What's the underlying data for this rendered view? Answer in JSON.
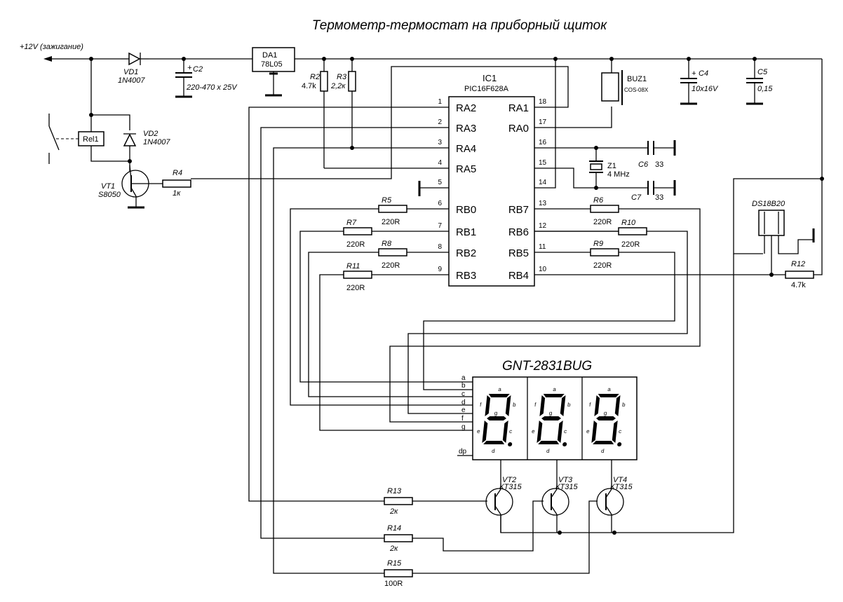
{
  "title": "Термометр-термостат на приборный щиток",
  "power": {
    "label": "+12V (зажигание)"
  },
  "components": {
    "VD1": {
      "ref": "VD1",
      "value": "1N4007"
    },
    "C2": {
      "ref": "C2",
      "value": "220-470 x 25V"
    },
    "DA1": {
      "ref": "DA1",
      "value": "78L05"
    },
    "R2": {
      "ref": "R2",
      "value": "4.7k"
    },
    "R3": {
      "ref": "R3",
      "value": "2,2к"
    },
    "IC1": {
      "ref": "IC1",
      "value": "PIC16F628A"
    },
    "BUZ1": {
      "ref": "BUZ1",
      "value": "COS-08X"
    },
    "C4": {
      "ref": "C4",
      "value": "10x16V"
    },
    "C5": {
      "ref": "C5",
      "value": "0,15"
    },
    "Rel1": {
      "ref": "Rel1"
    },
    "VD2": {
      "ref": "VD2",
      "value": "1N4007"
    },
    "VT1": {
      "ref": "VT1",
      "value": "S8050"
    },
    "R4": {
      "ref": "R4",
      "value": "1к"
    },
    "Z1": {
      "ref": "Z1",
      "value": "4 MHz"
    },
    "C6": {
      "ref": "C6",
      "value": "33"
    },
    "C7": {
      "ref": "C7",
      "value": "33"
    },
    "DS18B20": {
      "ref": "DS18B20"
    },
    "R12": {
      "ref": "R12",
      "value": "4.7k"
    },
    "R5": {
      "ref": "R5",
      "value": "220R"
    },
    "R6": {
      "ref": "R6",
      "value": "220R"
    },
    "R7": {
      "ref": "R7",
      "value": "220R"
    },
    "R8": {
      "ref": "R8",
      "value": "220R"
    },
    "R9": {
      "ref": "R9",
      "value": "220R"
    },
    "R10": {
      "ref": "R10",
      "value": "220R"
    },
    "R11": {
      "ref": "R11",
      "value": "220R"
    },
    "R13": {
      "ref": "R13",
      "value": "2к"
    },
    "R14": {
      "ref": "R14",
      "value": "2к"
    },
    "R15": {
      "ref": "R15",
      "value": "100R"
    },
    "VT2": {
      "ref": "VT2",
      "value": "КТ315"
    },
    "VT3": {
      "ref": "VT3",
      "value": "КТ315"
    },
    "VT4": {
      "ref": "VT4",
      "value": "КТ315"
    },
    "display": {
      "ref": "GNT-2831BUG"
    }
  },
  "ic_pins": {
    "left": [
      {
        "num": "1",
        "name": "RA2"
      },
      {
        "num": "2",
        "name": "RA3"
      },
      {
        "num": "3",
        "name": "RA4"
      },
      {
        "num": "4",
        "name": "RA5"
      },
      {
        "num": "5",
        "name": ""
      },
      {
        "num": "6",
        "name": "RB0"
      },
      {
        "num": "7",
        "name": "RB1"
      },
      {
        "num": "8",
        "name": "RB2"
      },
      {
        "num": "9",
        "name": "RB3"
      }
    ],
    "right": [
      {
        "num": "18",
        "name": "RA1"
      },
      {
        "num": "17",
        "name": "RA0"
      },
      {
        "num": "16",
        "name": ""
      },
      {
        "num": "15",
        "name": ""
      },
      {
        "num": "14",
        "name": ""
      },
      {
        "num": "13",
        "name": "RB7"
      },
      {
        "num": "12",
        "name": "RB6"
      },
      {
        "num": "11",
        "name": "RB5"
      },
      {
        "num": "10",
        "name": "RB4"
      }
    ]
  },
  "display_segments": [
    "a",
    "b",
    "c",
    "d",
    "e",
    "f",
    "g",
    "dp"
  ],
  "digit_segment_labels": {
    "a": "a",
    "b": "b",
    "c": "c",
    "d": "d",
    "e": "e",
    "f": "f",
    "g": "g"
  }
}
